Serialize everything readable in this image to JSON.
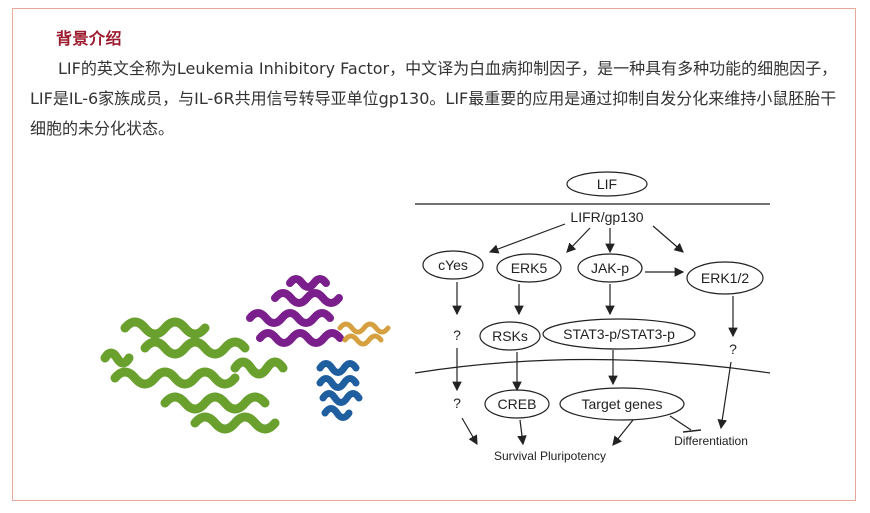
{
  "article": {
    "heading": "背景介绍",
    "paragraph": "LIF的英文全称为Leukemia Inhibitory Factor，中文译为白血病抑制因子，是一种具有多种功能的细胞因子，LIF是IL-6家族成员，与IL-6R共用信号转导亚单位gp130。LIF最重要的应用是通过抑制自发分化来维持小鼠胚胎干细胞的未分化状态。"
  },
  "pathway": {
    "lif": "LIF",
    "receptor": "LIFR/gp130",
    "cyes": "cYes",
    "erk5": "ERK5",
    "jak": "JAK-p",
    "erk12": "ERK1/2",
    "q1": "?",
    "rsks": "RSKs",
    "stat3": "STAT3-p/STAT3-p",
    "q2": "?",
    "q3": "?",
    "creb": "CREB",
    "target_genes": "Target genes",
    "differentiation": "Differentiation",
    "outcome": "Survival Pluripotency"
  },
  "colors": {
    "heading": "#9b1a2e",
    "border": "#e8a89a",
    "helix_green": "#7ab03a",
    "helix_purple": "#7a1f8c",
    "helix_blue": "#1f5fa0",
    "helix_orange": "#d6a040"
  }
}
